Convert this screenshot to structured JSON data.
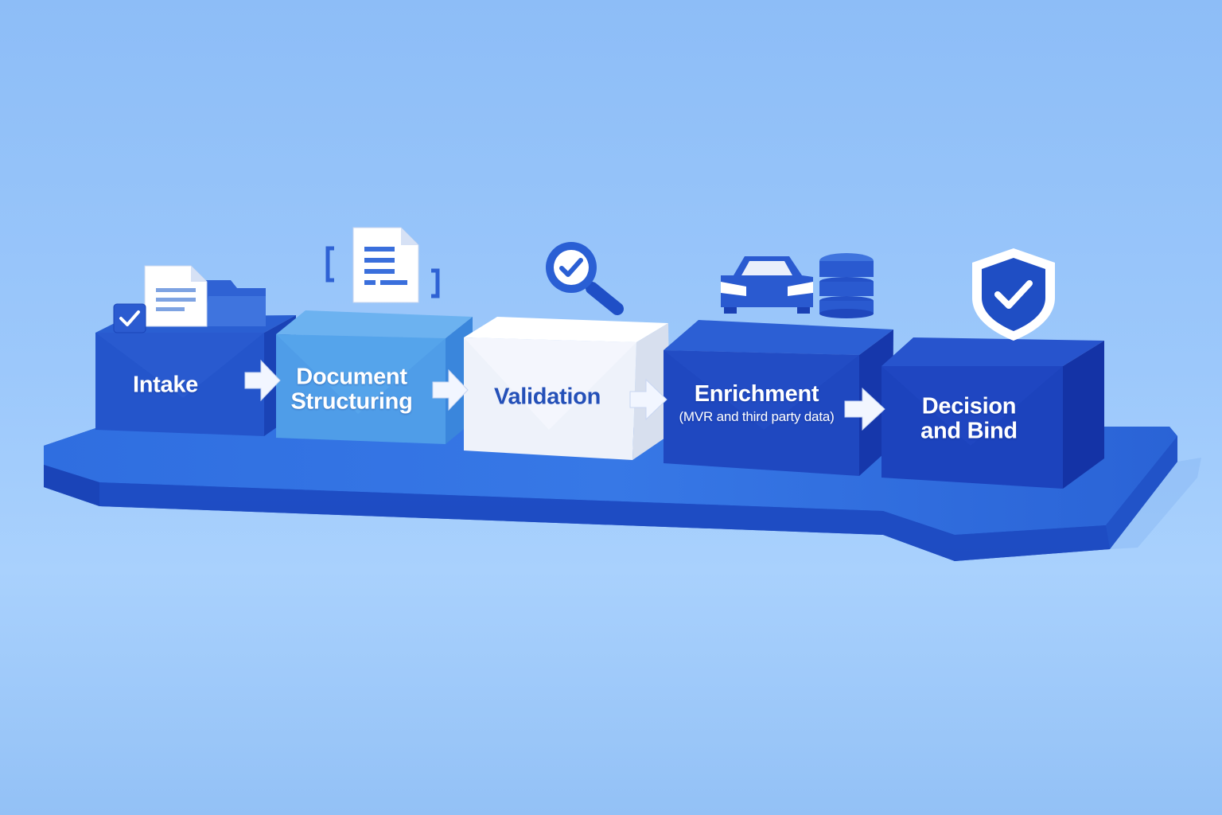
{
  "steps": [
    {
      "title": "Intake",
      "subtitle": "",
      "icon": "folder-document-checkbox-icon",
      "color": "#1f4fc6"
    },
    {
      "title": "Document\nStructuring",
      "subtitle": "",
      "icon": "scanned-document-icon",
      "color": "#4b98e6"
    },
    {
      "title": "Validation",
      "subtitle": "",
      "icon": "magnifier-check-icon",
      "color": "#eef2fa"
    },
    {
      "title": "Enrichment",
      "subtitle": "(MVR and third party data)",
      "icon": "car-database-icon",
      "color": "#1d45bf"
    },
    {
      "title": "Decision\nand Bind",
      "subtitle": "",
      "icon": "shield-check-icon",
      "color": "#1c43bd"
    }
  ],
  "arrow_icon": "right-arrow-icon",
  "colors": {
    "platform": "#2a62d6",
    "background": "#9cc8fb",
    "arrow": "#f2f6ff"
  }
}
